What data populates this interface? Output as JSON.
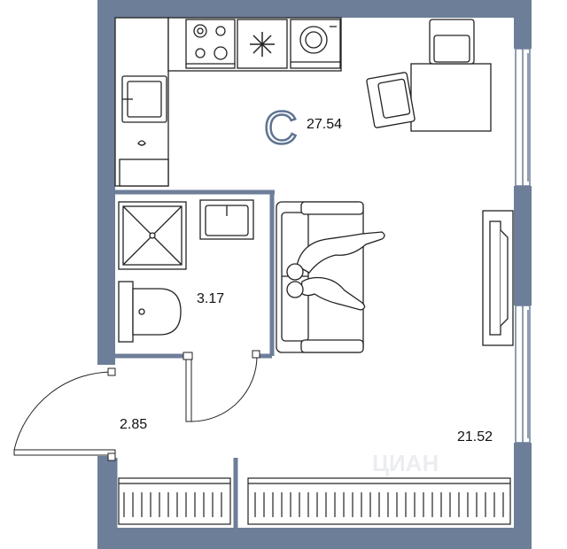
{
  "plan": {
    "unit_type": "С",
    "total_area": "27.54",
    "rooms": [
      {
        "id": "bathroom",
        "area": "3.17"
      },
      {
        "id": "hallway",
        "area": "2.85"
      },
      {
        "id": "living-room",
        "area": "21.52"
      }
    ],
    "watermark": "ЦИАН"
  },
  "colors": {
    "wall": "#6d7e99",
    "line": "#222222",
    "accent": "#5f7391"
  },
  "icons": [
    "stove-icon",
    "fridge-icon",
    "washing-machine-icon",
    "sink-icon",
    "dining-table-icon",
    "armchair-icon",
    "sofa-icon",
    "person-icon",
    "tv-icon",
    "shower-icon",
    "toilet-icon",
    "radiator-icon",
    "door-icon",
    "window-icon"
  ]
}
